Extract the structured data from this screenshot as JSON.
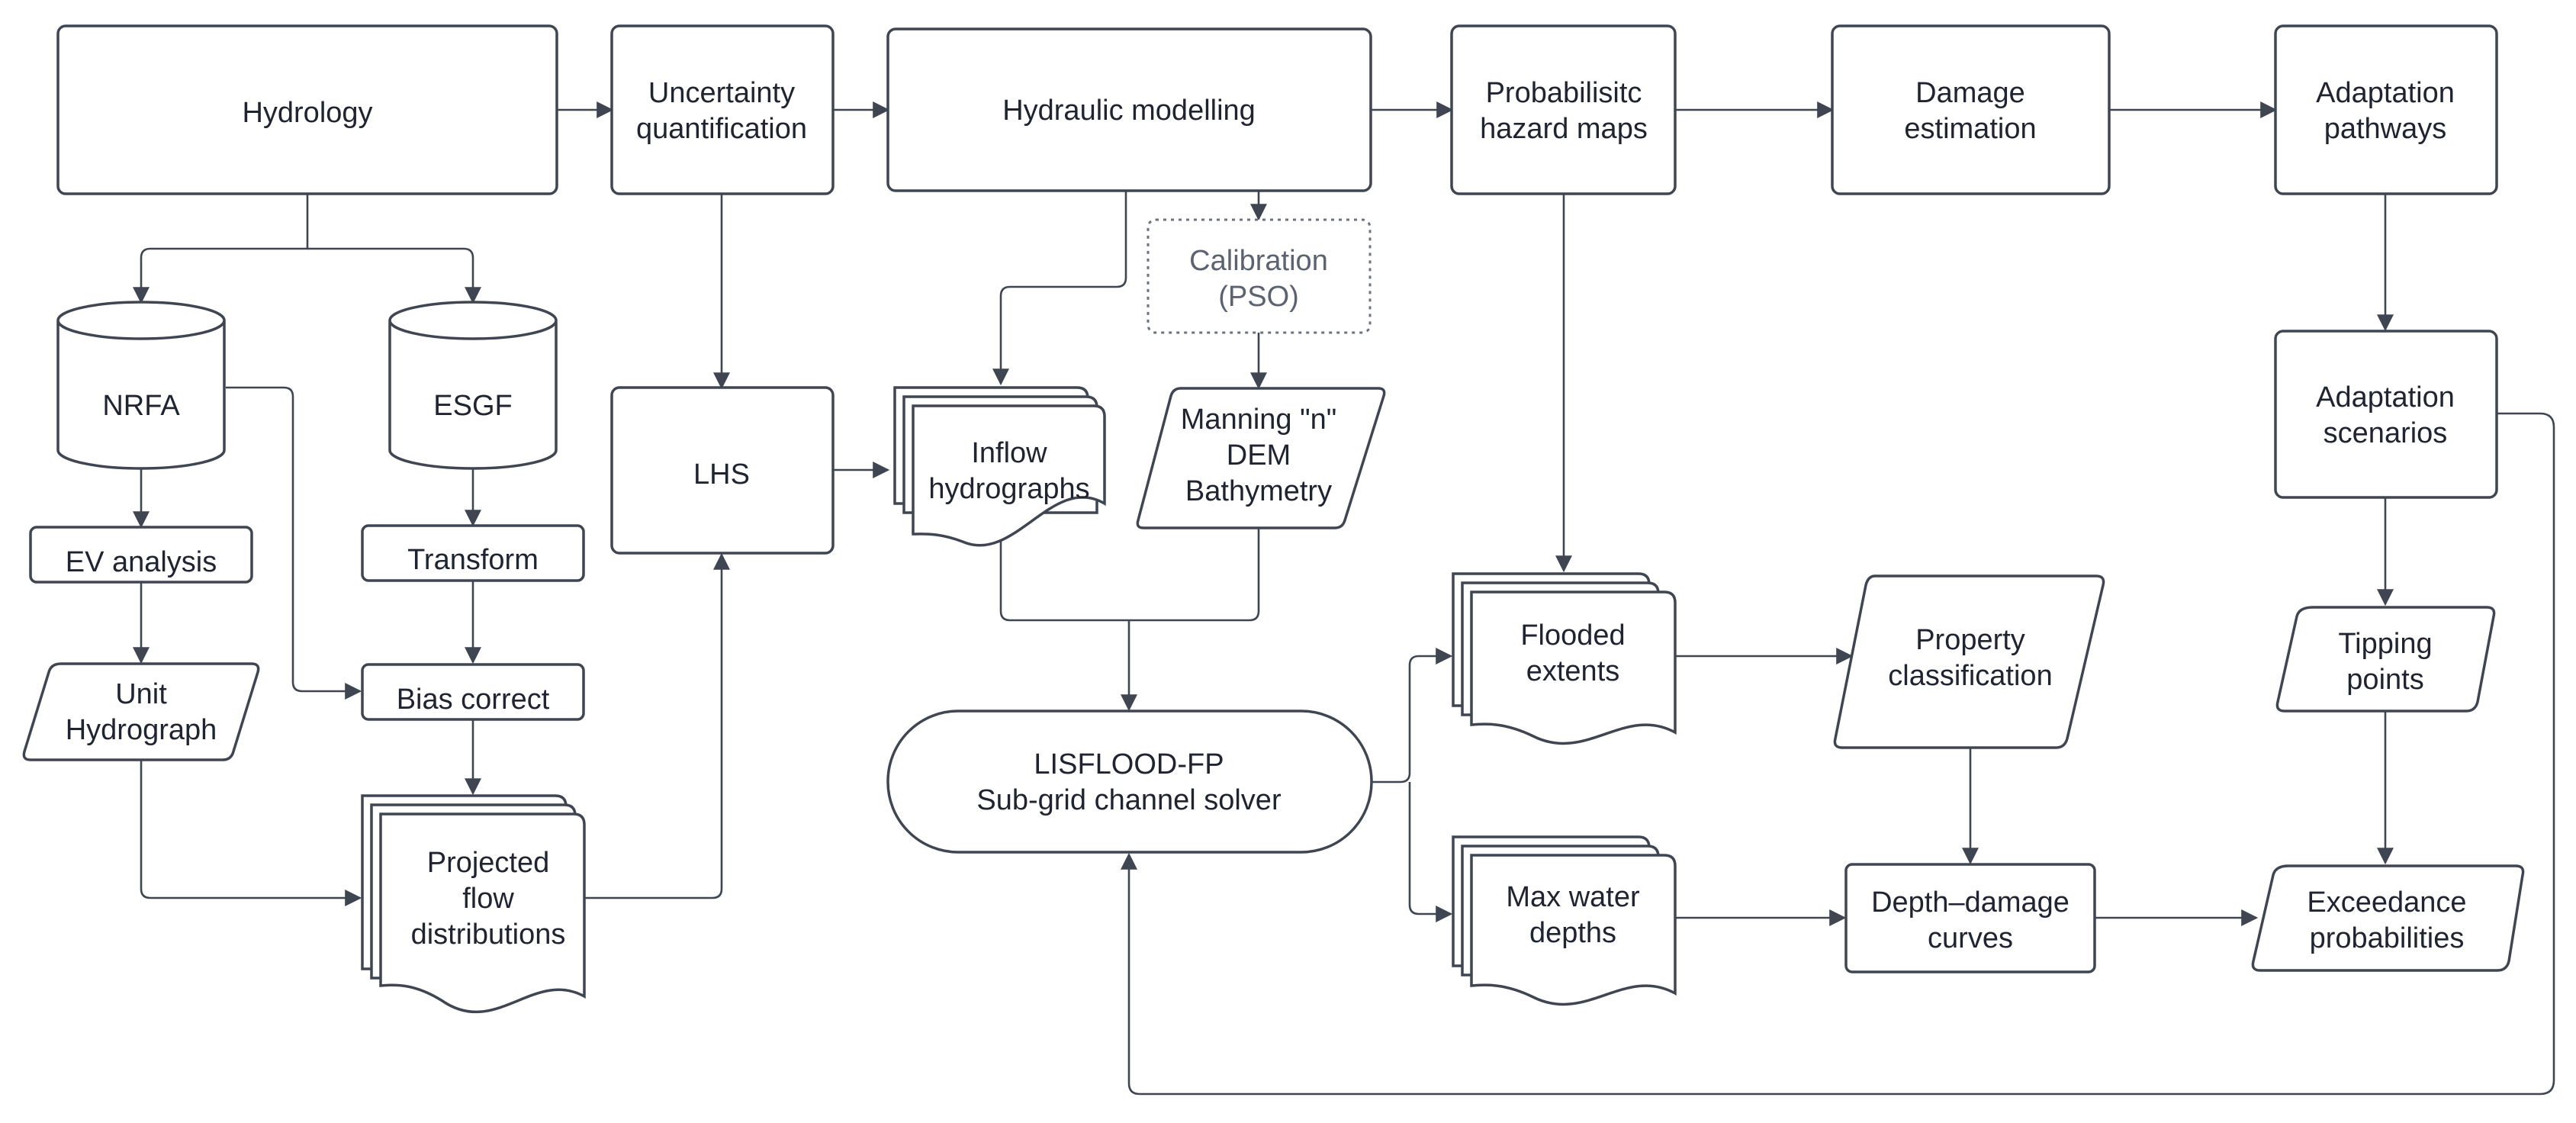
{
  "diagram": {
    "hydrology": "Hydrology",
    "uncertainty": [
      "Uncertainty",
      "quantification"
    ],
    "hydraulic": "Hydraulic modelling",
    "hazard_maps": [
      "Probabilisitc",
      "hazard maps"
    ],
    "damage": [
      "Damage",
      "estimation"
    ],
    "adaptation_pathways": [
      "Adaptation",
      "pathways"
    ],
    "nrfa": "NRFA",
    "esgf": "ESGF",
    "lhs": "LHS",
    "calibration": [
      "Calibration",
      "(PSO)"
    ],
    "inflow": [
      "Inflow",
      "hydrographs"
    ],
    "manning": [
      "Manning \"n\"",
      "DEM",
      "Bathymetry"
    ],
    "adaptation_scenarios": [
      "Adaptation",
      "scenarios"
    ],
    "ev_analysis": "EV analysis",
    "transform": "Transform",
    "bias_correct": "Bias correct",
    "unit_hydrograph": [
      "Unit",
      "Hydrograph"
    ],
    "projected": [
      "Projected",
      "flow",
      "distributions"
    ],
    "lisflood": [
      "LISFLOOD-FP",
      "Sub-grid channel solver"
    ],
    "flooded": [
      "Flooded",
      "extents"
    ],
    "max_water": [
      "Max water",
      "depths"
    ],
    "property": [
      "Property",
      "classification"
    ],
    "depth_damage": [
      "Depth–damage",
      "curves"
    ],
    "tipping": [
      "Tipping",
      "points"
    ],
    "exceedance": [
      "Exceedance",
      "probabilities"
    ]
  }
}
